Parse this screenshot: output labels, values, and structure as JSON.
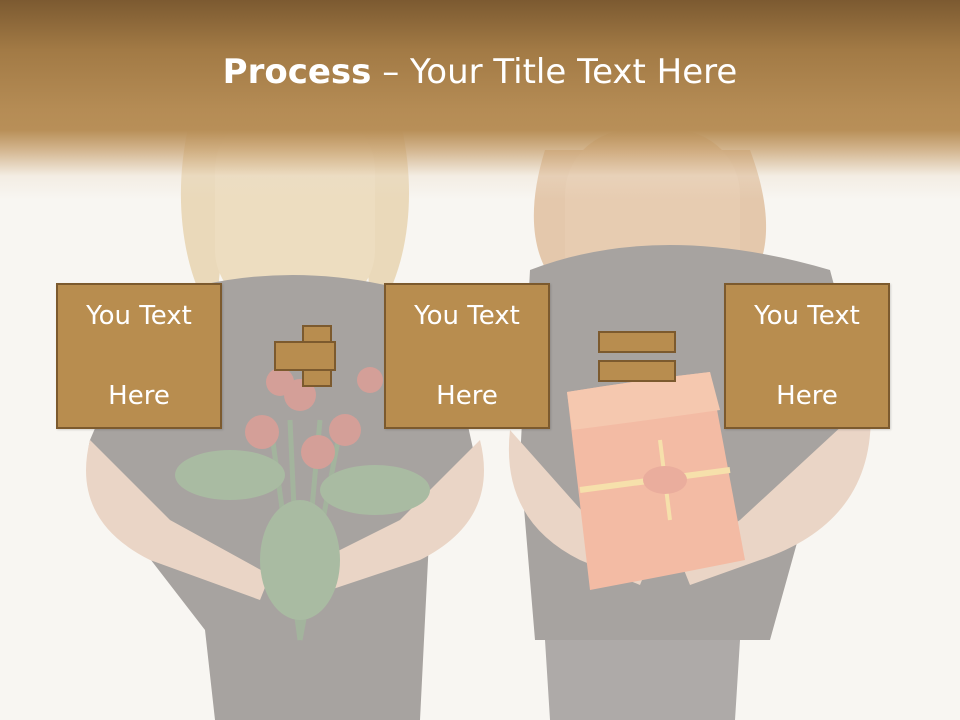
{
  "slide": {
    "title_bold": "Process",
    "title_dash": " – ",
    "title_rest": "Your Title Text Here",
    "boxes": [
      {
        "line1": "You Text",
        "line2": "Here"
      },
      {
        "line1": "You Text",
        "line2": "Here"
      },
      {
        "line1": "You Text",
        "line2": "Here"
      }
    ]
  },
  "colors": {
    "header_dark": "#7c5a31",
    "header_light": "#b88f58",
    "box_fill": "#b88d4f",
    "box_border": "#7c5a2e",
    "text": "#ffffff",
    "background": "#f8f6f2"
  },
  "icons": [
    "plus-icon",
    "equals-icon"
  ]
}
